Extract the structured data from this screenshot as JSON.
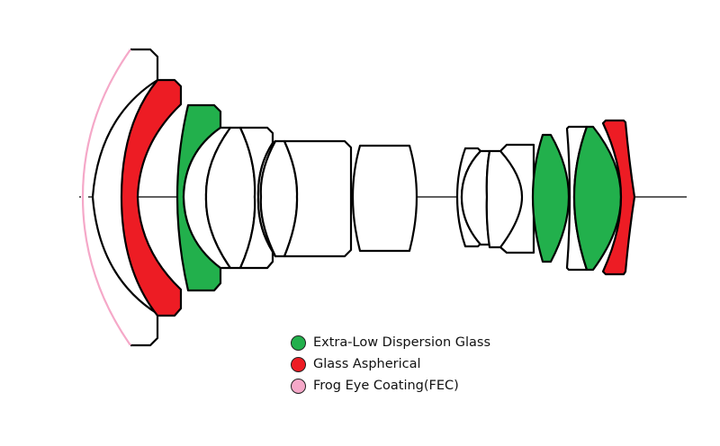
{
  "title": "Lens construction diagram",
  "colors": {
    "ed_glass": "#22b04c",
    "aspherical": "#ed1c24",
    "fec": "#f5a8c8",
    "standard": "#ffffff",
    "outline": "#000000"
  },
  "legend": [
    {
      "label": "Extra-Low Dispersion Glass",
      "color": "#22b04c",
      "type": "ed_glass"
    },
    {
      "label": "Glass Aspherical",
      "color": "#ed1c24",
      "type": "aspherical"
    },
    {
      "label": "Frog Eye Coating(FEC)",
      "color": "#f5a8c8",
      "type": "fec"
    }
  ],
  "elements": [
    {
      "index": 1,
      "type": "standard",
      "coating": "fec"
    },
    {
      "index": 2,
      "type": "aspherical"
    },
    {
      "index": 3,
      "type": "ed_glass"
    },
    {
      "index": 4,
      "type": "standard"
    },
    {
      "index": 5,
      "type": "standard"
    },
    {
      "index": 6,
      "type": "standard"
    },
    {
      "index": 7,
      "type": "standard"
    },
    {
      "index": 8,
      "type": "standard"
    },
    {
      "index": 9,
      "type": "standard"
    },
    {
      "index": 10,
      "type": "standard"
    },
    {
      "index": 11,
      "type": "standard"
    },
    {
      "index": 12,
      "type": "ed_glass"
    },
    {
      "index": 13,
      "type": "standard"
    },
    {
      "index": 14,
      "type": "ed_glass"
    },
    {
      "index": 15,
      "type": "aspherical"
    }
  ]
}
